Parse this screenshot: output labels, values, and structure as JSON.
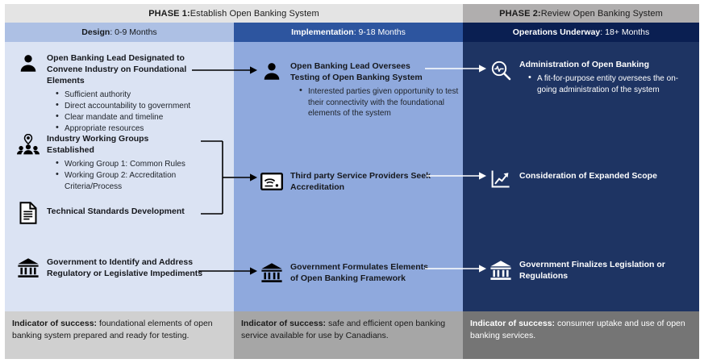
{
  "phases": [
    {
      "label_bold": "PHASE 1:",
      "label_rest": " Establish Open Banking System"
    },
    {
      "label_bold": "PHASE 2:",
      "label_rest": " Review Open Banking System"
    }
  ],
  "stages": [
    {
      "name": "Design",
      "duration": ": 0-9 Months"
    },
    {
      "name": "Implementation",
      "duration": ": 9-18 Months"
    },
    {
      "name": "Operations Underway",
      "duration": ": 18+ Months"
    }
  ],
  "columns": [
    {
      "id": "design",
      "blocks": [
        {
          "icon": "person-icon",
          "heading": "Open Banking Lead Designated to Convene Industry on Foundational Elements",
          "bullets": [
            "Sufficient authority",
            "Direct accountability to government",
            "Clear mandate and timeline",
            "Appropriate resources"
          ]
        },
        {
          "icon": "people-group-icon",
          "heading": "Industry Working Groups Established",
          "bullets": [
            "Working Group 1: Common Rules",
            "Working Group 2: Accreditation Criteria/Process"
          ]
        },
        {
          "icon": "document-icon",
          "heading": "Technical Standards Development",
          "bullets": []
        },
        {
          "icon": "bank-icon",
          "heading": "Government to Identify and Address Regulatory or Legislative Impediments",
          "bullets": []
        }
      ]
    },
    {
      "id": "implementation",
      "blocks": [
        {
          "icon": "person-icon",
          "heading": "Open Banking Lead Oversees Testing of Open Banking System",
          "bullets": [
            "Interested parties given opportunity to test their connectivity with the foundational elements of the system"
          ]
        },
        {
          "icon": "id-card-icon",
          "heading": "Third party Service Providers Seek Accreditation",
          "bullets": []
        },
        {
          "icon": "bank-icon",
          "heading": "Government Formulates Elements of Open Banking Framework",
          "bullets": []
        }
      ]
    },
    {
      "id": "operations",
      "blocks": [
        {
          "icon": "magnifier-pulse-icon",
          "heading": "Administration of Open Banking",
          "bullets": [
            "A fit-for-purpose entity oversees the on-going administration of the system"
          ]
        },
        {
          "icon": "chart-growth-icon",
          "heading": "Consideration of Expanded Scope",
          "bullets": []
        },
        {
          "icon": "bank-icon",
          "heading": "Government Finalizes Legislation or Regulations",
          "bullets": []
        }
      ]
    }
  ],
  "indicators": [
    {
      "label": "Indicator of success:",
      "text": " foundational elements of open banking system prepared and ready for testing."
    },
    {
      "label": "Indicator of success:",
      "text": " safe and efficient open banking service available for use by Canadians."
    },
    {
      "label": "Indicator of success:",
      "text": " consumer uptake and use of open banking services."
    }
  ],
  "colors": {
    "phase1_bg": "#e4e4e4",
    "phase2_bg": "#b0aeae",
    "design_header": "#adc0e4",
    "implementation_header": "#2d559f",
    "operations_header": "#0a1f52",
    "design_body": "#dbe3f3",
    "implementation_body": "#8fa9dd",
    "operations_body": "#1e3463",
    "indicator1_bg": "#d0d0d0",
    "indicator2_bg": "#a6a6a6",
    "indicator3_bg": "#757575",
    "arrow_dark": "#000000",
    "arrow_light": "#ffffff"
  }
}
